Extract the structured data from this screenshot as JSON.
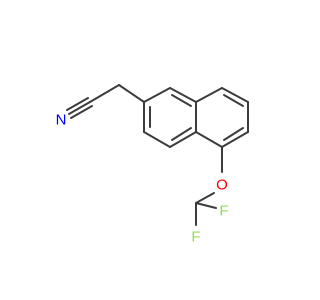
{
  "molecule": {
    "atoms": [
      {
        "id": "N1",
        "symbol": "N",
        "color": "#0000ff"
      },
      {
        "id": "O1",
        "symbol": "O",
        "color": "#ff0000"
      },
      {
        "id": "F1",
        "symbol": "F",
        "color": "#90e050"
      },
      {
        "id": "F2",
        "symbol": "F",
        "color": "#90e050"
      }
    ],
    "bond_color": "#3c3c3c"
  }
}
